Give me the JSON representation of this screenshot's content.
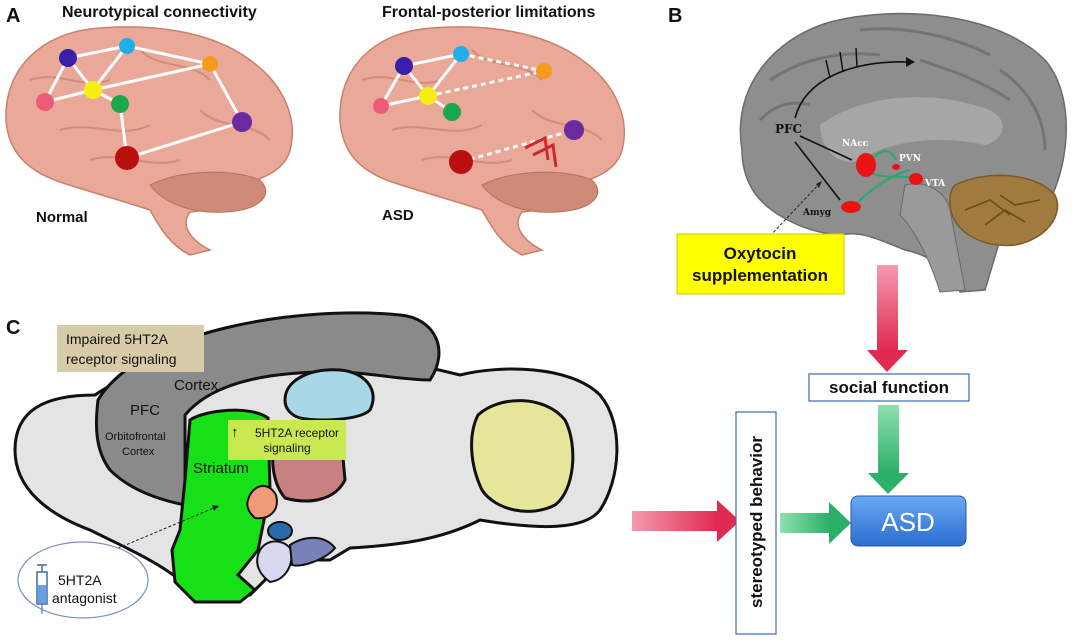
{
  "panel_a": {
    "letter": "A",
    "title_left": "Neurotypical connectivity",
    "title_right": "Frontal-posterior limitations",
    "label_left": "Normal",
    "label_right": "ASD",
    "colors": {
      "brain": "#e9a898",
      "node_blue": "#3a1faa",
      "node_cyan": "#1eaee8",
      "node_orange": "#f59a1e",
      "node_pink": "#ee5a7a",
      "node_yellow": "#f5ee10",
      "node_green": "#1aa84a",
      "node_purple": "#6a2aa0",
      "node_red": "#b80f0f"
    }
  },
  "panel_b": {
    "letter": "B",
    "labels": {
      "pfc": "PFC",
      "nacc": "NAcc",
      "pvn": "PVN",
      "vta": "VTA",
      "amyg": "Amyg"
    },
    "oxytocin_line1": "Oxytocin",
    "oxytocin_line2": "supplementation",
    "colors": {
      "brain": "#8e8e8e",
      "cerebellum": "#a07a3e",
      "region": "#e81414",
      "highlight": "#ffff00"
    }
  },
  "panel_c": {
    "letter": "C",
    "impaired_line1": "Impaired 5HT2A",
    "impaired_line2": "receptor signaling",
    "cortex": "Cortex",
    "pfc": "PFC",
    "orbito_line1": "Orbitofrontal",
    "orbito_line2": "Cortex",
    "receptor_line1": "5HT2A receptor",
    "receptor_line2": "signaling",
    "receptor_arrow": "↑",
    "striatum": "Striatum",
    "antagonist_line1": "5HT2A",
    "antagonist_line2": "antagonist",
    "colors": {
      "cortex": "#8a8a8a",
      "striatum": "#16e016",
      "brain": "#e4e4e4",
      "light_blue": "#a8d8e8",
      "thalamus": "#c98080",
      "yellow_region": "#e6e69a"
    }
  },
  "flow": {
    "social_function": "social function",
    "stereotyped_behavior": "stereotyped behavior",
    "asd": "ASD",
    "colors": {
      "red_arrow": "#e84a68",
      "green_arrow": "#3cc07a",
      "asd_box": "#3f86e0"
    }
  }
}
